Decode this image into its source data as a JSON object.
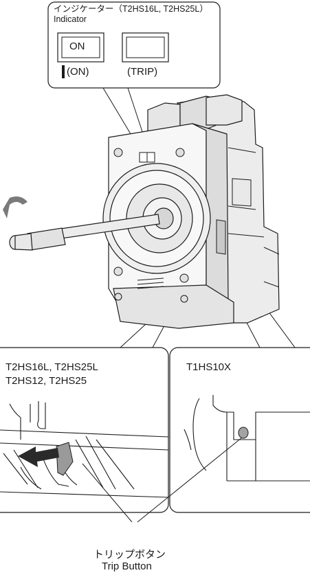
{
  "indicator": {
    "title": "インジケーター（T2HS16L, T2HS25L）",
    "subtitle": "Indicator",
    "lamp_on_label": "ON",
    "state_on_label": "(ON)",
    "state_trip_label": "(TRIP)"
  },
  "detail_left": {
    "model_line1": "T2HS16L, T2HS25L",
    "model_line2": "T2HS12, T2HS25"
  },
  "detail_right": {
    "model": "T1HS10X"
  },
  "trip_button": {
    "label_jp": "トリップボタン",
    "label_en": "Trip Button"
  },
  "colors": {
    "line": "#1a1a1a",
    "housing": "#f2f2f2",
    "shadow": "#b5b5b5",
    "arrow": "#6e6e6e",
    "trip_button_fill": "#9a9a9a"
  }
}
